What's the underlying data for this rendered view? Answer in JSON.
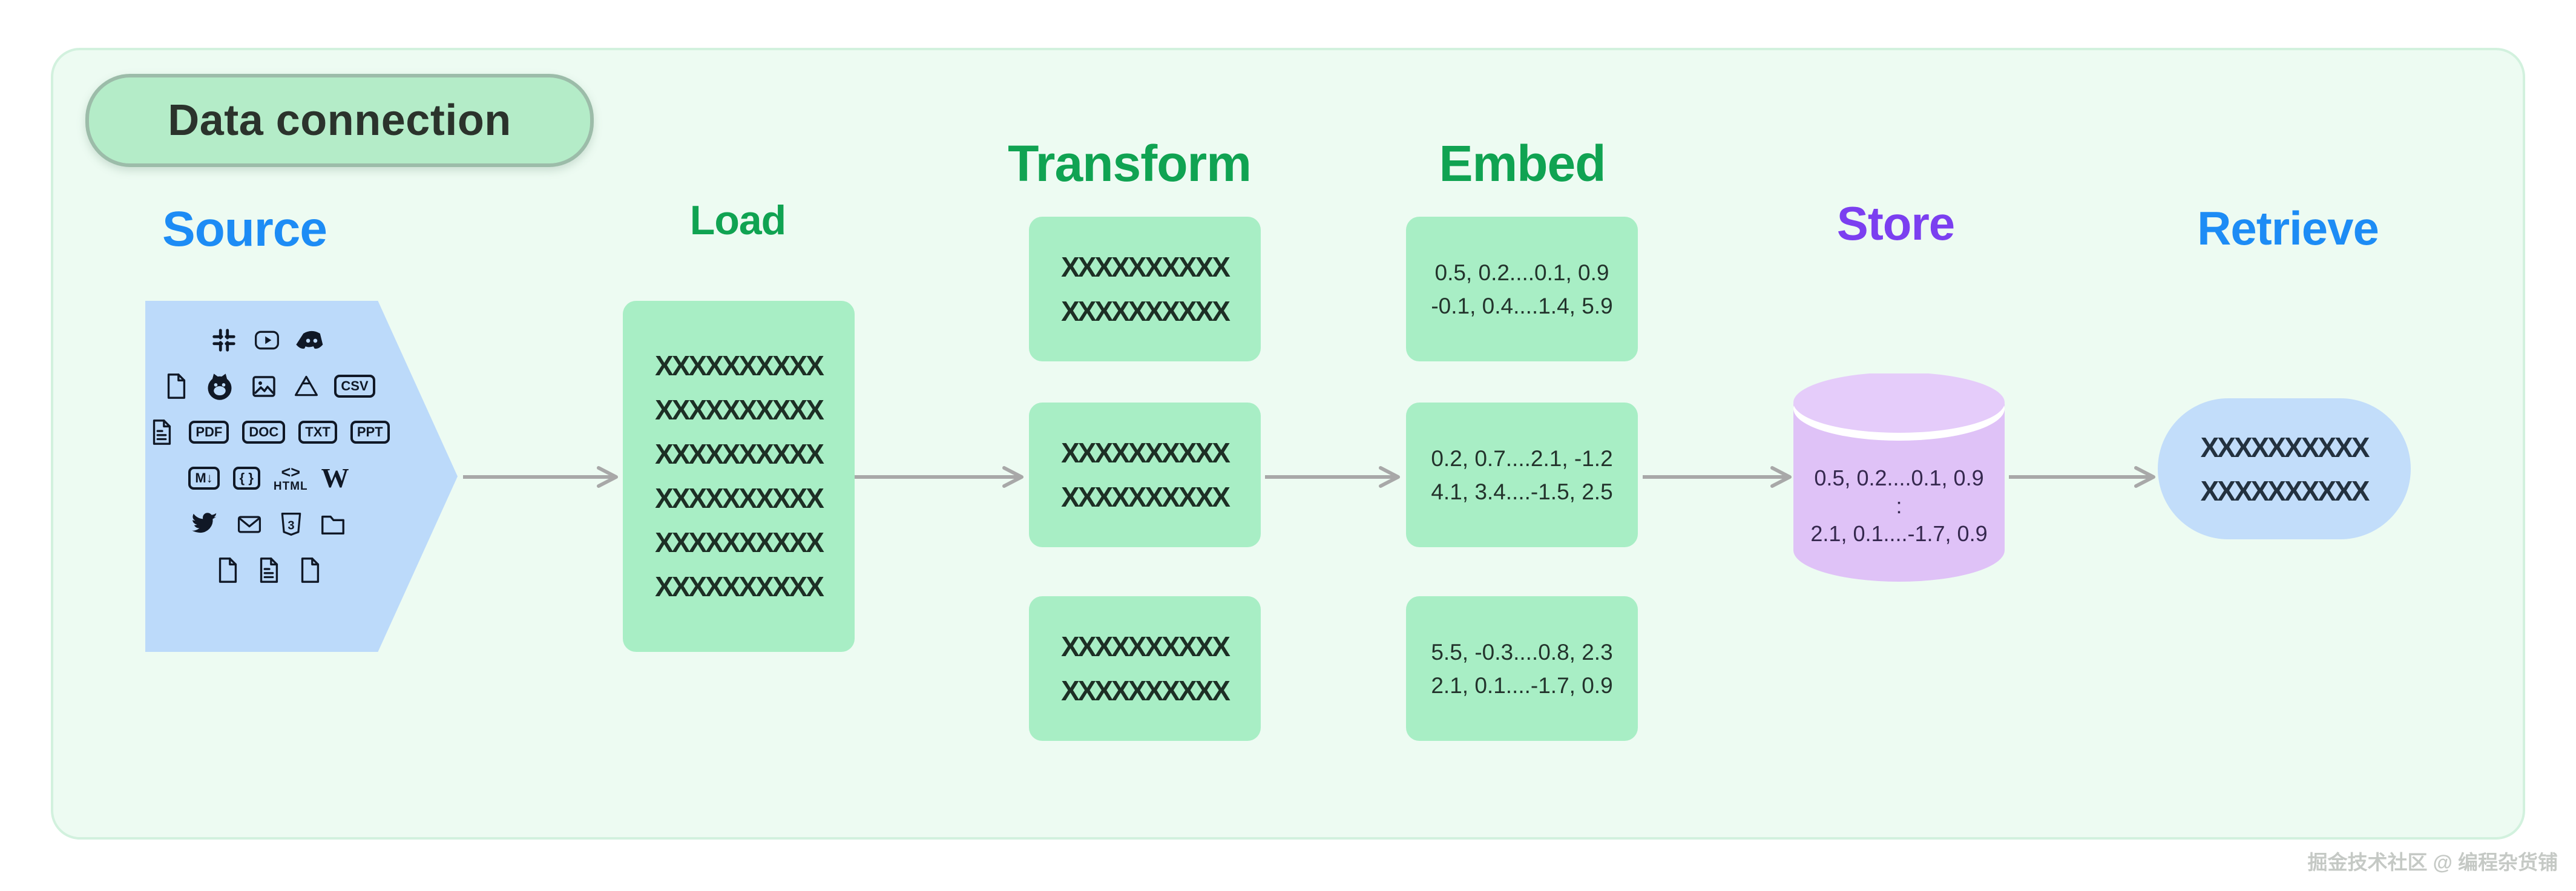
{
  "title_badge": {
    "label": "Data connection"
  },
  "colors": {
    "panel_bg": "#edfbf2",
    "panel_border": "#d2f1de",
    "badge_bg": "#b4ecc8",
    "badge_border": "#9cbca9",
    "heading_blue": "#1d8cf5",
    "heading_green": "#10a352",
    "heading_purple": "#7b3ff0",
    "box_green": "#a8eec5",
    "shape_blue": "#bcdafa",
    "cylinder_purple": "#dfc2f7",
    "arrow_gray": "#a8a8a8",
    "icon_ink": "#101826"
  },
  "stages": {
    "source": {
      "label": "Source",
      "icon_rows": [
        [
          {
            "name": "slack-icon",
            "kind": "slack"
          },
          {
            "name": "youtube-icon",
            "kind": "play"
          },
          {
            "name": "discord-icon",
            "kind": "discord"
          }
        ],
        [
          {
            "name": "file-icon",
            "kind": "file"
          },
          {
            "name": "github-icon",
            "kind": "github"
          },
          {
            "name": "image-icon",
            "kind": "image"
          },
          {
            "name": "google-drive-icon",
            "kind": "drive"
          },
          {
            "name": "csv-file-icon",
            "kind": "badge",
            "label": "CSV"
          }
        ],
        [
          {
            "name": "text-document-icon",
            "kind": "fileLines"
          },
          {
            "name": "pdf-file-icon",
            "kind": "badge",
            "label": "PDF"
          },
          {
            "name": "doc-file-icon",
            "kind": "badge",
            "label": "DOC"
          },
          {
            "name": "txt-file-icon",
            "kind": "badge",
            "label": "TXT"
          },
          {
            "name": "ppt-file-icon",
            "kind": "badge",
            "label": "PPT"
          }
        ],
        [
          {
            "name": "markdown-icon",
            "kind": "badge",
            "label": "M↓"
          },
          {
            "name": "json-file-icon",
            "kind": "badge",
            "label": "{ }"
          },
          {
            "name": "html-icon",
            "kind": "stack",
            "label_top": "<>",
            "label": "HTML"
          },
          {
            "name": "wikipedia-icon",
            "kind": "glyph",
            "label": "W",
            "serif": true
          }
        ],
        [
          {
            "name": "twitter-icon",
            "kind": "twitter"
          },
          {
            "name": "email-icon",
            "kind": "mail"
          },
          {
            "name": "css3-icon",
            "kind": "css"
          },
          {
            "name": "folder-icon",
            "kind": "folder"
          }
        ],
        [
          {
            "name": "file-icon-2",
            "kind": "file"
          },
          {
            "name": "text-document-icon-2",
            "kind": "fileLines"
          },
          {
            "name": "file-icon-3",
            "kind": "file"
          }
        ]
      ]
    },
    "load": {
      "label": "Load",
      "lines": [
        "XXXXXXXXXX",
        "XXXXXXXXXX",
        "XXXXXXXXXX",
        "XXXXXXXXXX",
        "XXXXXXXXXX",
        "XXXXXXXXXX"
      ]
    },
    "transform": {
      "label": "Transform",
      "boxes": [
        {
          "lines": [
            "XXXXXXXXXX",
            "XXXXXXXXXX"
          ]
        },
        {
          "lines": [
            "XXXXXXXXXX",
            "XXXXXXXXXX"
          ]
        },
        {
          "lines": [
            "XXXXXXXXXX",
            "XXXXXXXXXX"
          ]
        }
      ]
    },
    "embed": {
      "label": "Embed",
      "boxes": [
        {
          "lines": [
            "0.5, 0.2....0.1, 0.9",
            "-0.1, 0.4....1.4, 5.9"
          ]
        },
        {
          "lines": [
            "0.2, 0.7....2.1, -1.2",
            "4.1, 3.4....-1.5, 2.5"
          ]
        },
        {
          "lines": [
            "5.5, -0.3....0.8, 2.3",
            "2.1, 0.1....-1.7, 0.9"
          ]
        }
      ]
    },
    "store": {
      "label": "Store",
      "lines": [
        "0.5, 0.2....0.1, 0.9",
        ":",
        "2.1, 0.1....-1.7, 0.9"
      ]
    },
    "retrieve": {
      "label": "Retrieve",
      "lines": [
        "XXXXXXXXXX",
        "XXXXXXXXXX"
      ]
    }
  },
  "watermark": "掘金技术社区 @ 编程杂货铺"
}
